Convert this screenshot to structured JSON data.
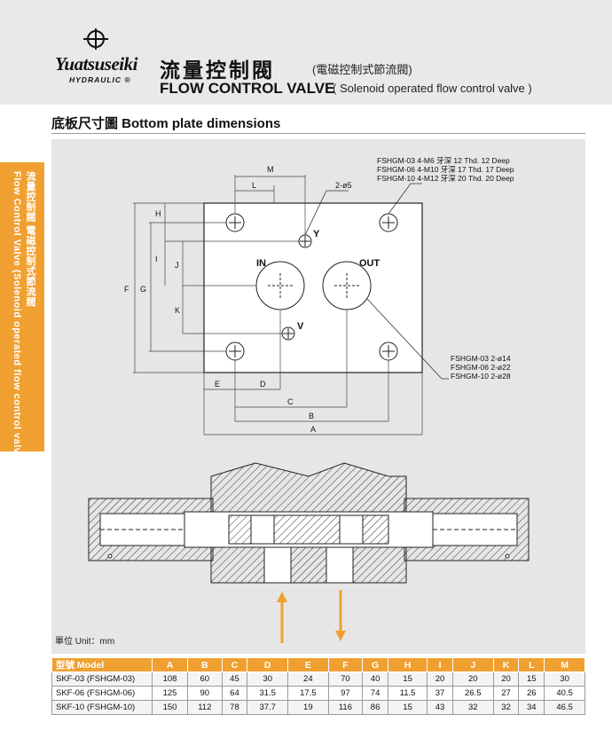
{
  "header": {
    "brand_name": "Yuatsuseiki",
    "brand_sub": "HYDRAULIC ®",
    "title_zh": "流量控制閥",
    "title_zh_sub": "(電磁控制式節流閥)",
    "title_en": "FLOW CONTROL VALVE",
    "title_en_sub": "( Solenoid operated flow control valve )"
  },
  "side_tab": {
    "line1": "流量控制閥 電磁控制式節流閥",
    "line2": "Flow Control Valve (Solenoid operated flow control valve)"
  },
  "section": {
    "title": "底板尺寸圖  Bottom plate dimensions"
  },
  "drawing": {
    "dims": {
      "a": "A",
      "b": "B",
      "c": "C",
      "d": "D",
      "e": "E",
      "f": "F",
      "g": "G",
      "h": "H",
      "i": "I",
      "j": "J",
      "k": "K",
      "l": "L",
      "m": "M"
    },
    "ports": {
      "in": "IN",
      "out": "OUT",
      "y": "Y",
      "v": "V"
    },
    "hole_note": "2-ø5",
    "thread_notes": [
      "FSHGM-03   4-M6 牙深 12 Thd. 12 Deep",
      "FSHGM-06   4-M10 牙深 17 Thd. 17 Deep",
      "FSHGM-10   4-M12 牙深 20 Thd. 20 Deep"
    ],
    "port_notes": [
      "FSHGM-03   2-ø14",
      "FSHGM-06   2-ø22",
      "FSHGM-10   2-ø28"
    ]
  },
  "unit_label": "單位 Unit：mm",
  "table": {
    "headers": [
      "型號 Model",
      "A",
      "B",
      "C",
      "D",
      "E",
      "F",
      "G",
      "H",
      "I",
      "J",
      "K",
      "L",
      "M"
    ],
    "rows": [
      [
        "SKF-03 (FSHGM-03)",
        "108",
        "60",
        "45",
        "30",
        "24",
        "70",
        "40",
        "15",
        "20",
        "20",
        "20",
        "15",
        "30"
      ],
      [
        "SKF-06 (FSHGM-06)",
        "125",
        "90",
        "64",
        "31.5",
        "17.5",
        "97",
        "74",
        "11.5",
        "37",
        "26.5",
        "27",
        "26",
        "40.5"
      ],
      [
        "SKF-10 (FSHGM-10)",
        "150",
        "112",
        "78",
        "37.7",
        "19",
        "116",
        "86",
        "15",
        "43",
        "32",
        "32",
        "34",
        "46.5"
      ]
    ]
  },
  "colors": {
    "accent": "#f0a030",
    "panel": "#e6e6e6",
    "header": "#e9e9e9"
  }
}
